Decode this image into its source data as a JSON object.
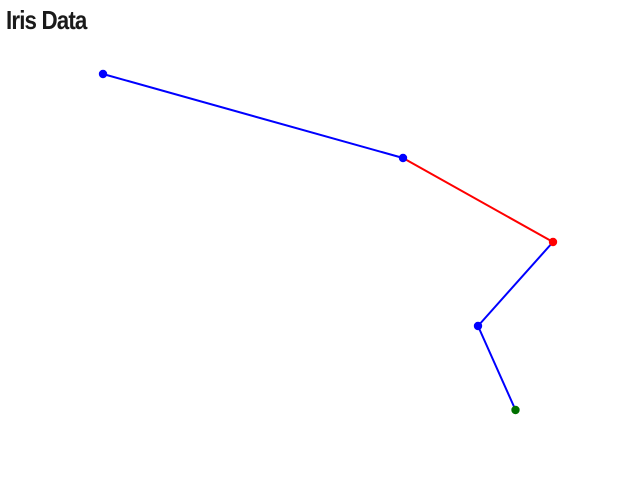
{
  "chart_data": {
    "type": "line",
    "title": "Iris Data",
    "xlabel": "",
    "ylabel": "",
    "grid": false,
    "axes_visible": false,
    "x": [
      0.0,
      2.0,
      3.0,
      2.5,
      2.75
    ],
    "y": [
      4.0,
      3.0,
      2.0,
      1.0,
      0.0
    ],
    "point_colors": [
      "#0000ff",
      "#0000ff",
      "#ff0000",
      "#0000ff",
      "#007000"
    ],
    "xlim": [
      0.0,
      3.0
    ],
    "ylim": [
      0.0,
      4.0
    ]
  }
}
